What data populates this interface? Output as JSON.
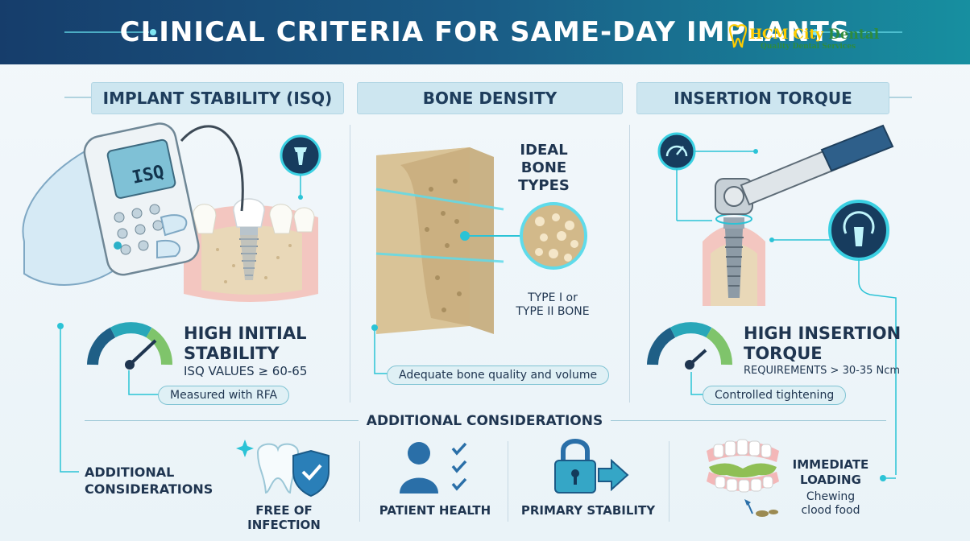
{
  "header": {
    "title": "CLINICAL CRITERIA FOR SAME-DAY IMPLANTS",
    "logo_name_part1": "HCM City",
    "logo_name_part2": "Dental",
    "logo_tagline": "Quality Dental Services"
  },
  "columns": {
    "stability": {
      "title": "IMPLANT STABILITY (ISQ)",
      "device_screen": "ISQ",
      "headline_line1": "HIGH INITIAL",
      "headline_line2": "STABILITY",
      "values": "ISQ VALUES ≥ 60-65",
      "pill": "Measured with RFA"
    },
    "bone": {
      "title": "BONE DENSITY",
      "ideal_line1": "IDEAL",
      "ideal_line2": "BONE TYPES",
      "type_line1": "TYPE I or",
      "type_line2": "TYPE II BONE",
      "pill": "Adequate bone quality and volume"
    },
    "torque": {
      "title": "INSERTION TORQUE",
      "headline_line1": "HIGH INSERTION",
      "headline_line2": "TORQUE",
      "requirements": "REQUIREMENTS > 30-35 Ncm",
      "pill": "Controlled tightening"
    }
  },
  "additional": {
    "section_title": "ADDITIONAL CONSIDERATIONS",
    "side_label_line1": "ADDITIONAL",
    "side_label_line2": "CONSIDERATIONS",
    "items": [
      {
        "label": "FREE OF INFECTION",
        "icon": "tooth-shield-icon"
      },
      {
        "label": "PATIENT HEALTH",
        "icon": "person-checklist-icon"
      },
      {
        "label": "PRIMARY STABILITY",
        "icon": "lock-arrow-icon"
      }
    ],
    "loading": {
      "line1": "IMMEDIATE",
      "line2": "LOADING",
      "line3": "Chewing",
      "line4": "clood food"
    }
  },
  "colors": {
    "header_dark": "#163d6b",
    "header_light": "#178fa0",
    "accent_teal": "#2bc3d6",
    "text_dark": "#1f3550"
  }
}
